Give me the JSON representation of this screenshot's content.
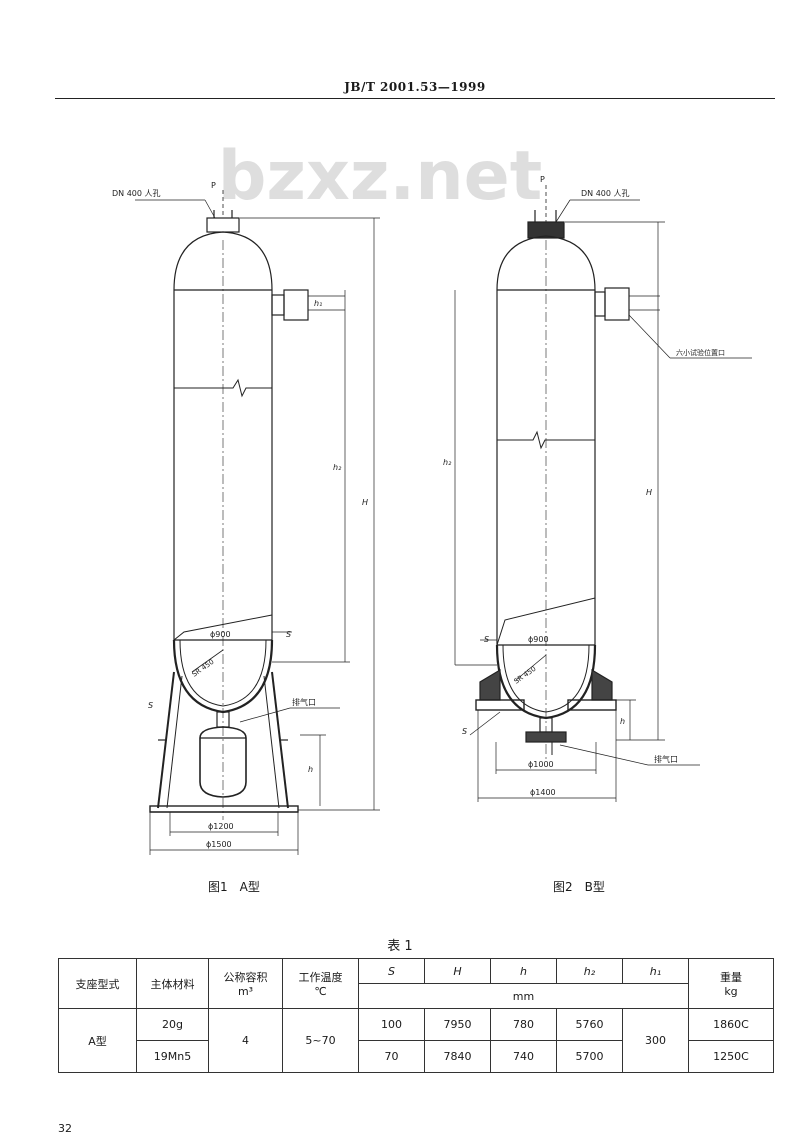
{
  "header": {
    "standard_no": "JB/T 2001.53—1999"
  },
  "watermark": {
    "text": "bzxz.net"
  },
  "figure_a": {
    "caption": "图1　A型",
    "label_manhole": "DN 400 人孔",
    "label_top_dim": "h₁",
    "label_h2": "h₂",
    "label_H": "H",
    "label_h": "h",
    "label_d900": "ϕ900",
    "label_s1": "S",
    "label_s2": "S",
    "label_sr": "SR 450",
    "label_drain": "排气口",
    "label_d1200": "ϕ1200",
    "label_d1500": "ϕ1500",
    "label_p": "P"
  },
  "figure_b": {
    "caption": "图2　B型",
    "label_manhole": "DN 400 人孔",
    "label_side": "六小试验位置口",
    "label_h2": "h₂",
    "label_H": "H",
    "label_h": "h",
    "label_d900": "ϕ900",
    "label_s1": "S",
    "label_s2": "S",
    "label_sr": "SR 450",
    "label_drain": "排气口",
    "label_d1000": "ϕ1000",
    "label_d1400": "ϕ1400",
    "label_p": "P"
  },
  "table": {
    "title": "表 1",
    "headers": {
      "support_type": "支座型式",
      "body_material": "主体材料",
      "nominal_volume": "公称容积",
      "nominal_volume_unit": "m³",
      "working_temp": "工作温度",
      "working_temp_unit": "℃",
      "s": "S",
      "H": "H",
      "h": "h",
      "h2": "h₂",
      "h1": "h₁",
      "weight": "重量",
      "mm_unit": "mm",
      "kg_unit": "kg"
    },
    "group": {
      "support_type": "A型",
      "nominal_volume": "4",
      "working_temp": "5~70",
      "h1": "300"
    },
    "rows": [
      {
        "material": "20g",
        "s": "100",
        "H": "7950",
        "h": "780",
        "h2": "5760",
        "weight": "1860C"
      },
      {
        "material": "19Mn5",
        "s": "70",
        "H": "7840",
        "h": "740",
        "h2": "5700",
        "weight": "1250C"
      }
    ]
  },
  "footer": {
    "page": "32"
  }
}
